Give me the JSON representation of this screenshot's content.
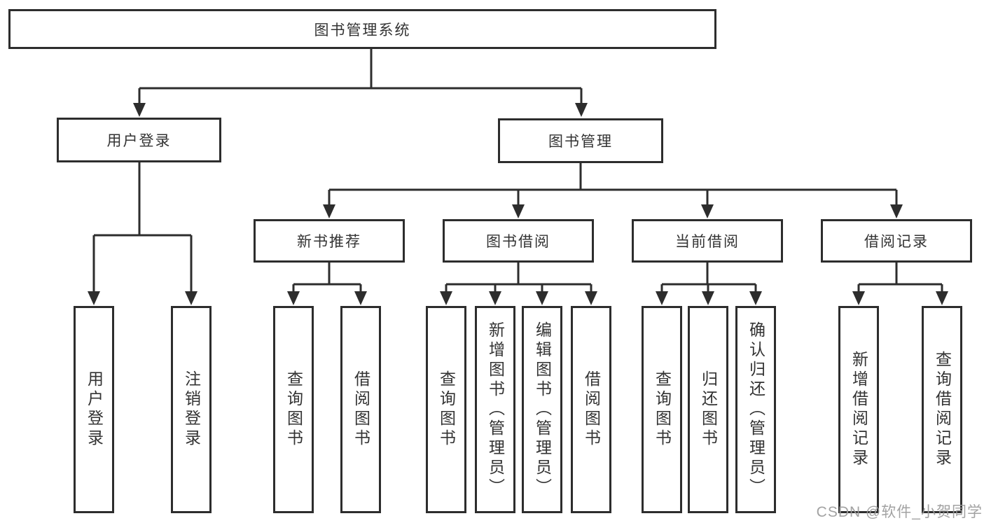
{
  "colors": {
    "background": "#ffffff",
    "line": "#2d2d2d",
    "box_border": "#2d2d2d",
    "text": "#333333",
    "watermark": "#9b9b9b"
  },
  "diagram": {
    "root": {
      "label": "图书管理系统"
    },
    "level2": [
      {
        "id": "user-login",
        "label": "用户登录",
        "parent": "图书管理系统"
      },
      {
        "id": "book-management",
        "label": "图书管理",
        "parent": "图书管理系统"
      }
    ],
    "level3": [
      {
        "id": "new-book-recommend",
        "label": "新书推荐",
        "parent": "图书管理"
      },
      {
        "id": "book-borrow",
        "label": "图书借阅",
        "parent": "图书管理"
      },
      {
        "id": "current-borrow",
        "label": "当前借阅",
        "parent": "图书管理"
      },
      {
        "id": "borrow-records",
        "label": "借阅记录",
        "parent": "图书管理"
      }
    ],
    "leaves": [
      {
        "id": "leaf-user-login",
        "label": "用户登录",
        "parent": "用户登录"
      },
      {
        "id": "leaf-logout",
        "label": "注销登录",
        "parent": "用户登录"
      },
      {
        "id": "leaf-nbr-query-book",
        "label": "查询图书",
        "parent": "新书推荐"
      },
      {
        "id": "leaf-nbr-borrow-book",
        "label": "借阅图书",
        "parent": "新书推荐"
      },
      {
        "id": "leaf-bb-query-book",
        "label": "查询图书",
        "parent": "图书借阅"
      },
      {
        "id": "leaf-bb-add-book",
        "label": "新增图书（管理员）",
        "parent": "图书借阅"
      },
      {
        "id": "leaf-bb-edit-book",
        "label": "编辑图书（管理员）",
        "parent": "图书借阅"
      },
      {
        "id": "leaf-bb-borrow-book",
        "label": "借阅图书",
        "parent": "图书借阅"
      },
      {
        "id": "leaf-cb-query-book",
        "label": "查询图书",
        "parent": "当前借阅"
      },
      {
        "id": "leaf-cb-return-book",
        "label": "归还图书",
        "parent": "当前借阅"
      },
      {
        "id": "leaf-cb-confirm-return",
        "label": "确认归还（管理员）",
        "parent": "当前借阅"
      },
      {
        "id": "leaf-br-add-record",
        "label": "新增借阅记录",
        "parent": "借阅记录"
      },
      {
        "id": "leaf-br-query-record",
        "label": "查询借阅记录",
        "parent": "借阅记录"
      }
    ]
  },
  "watermark": {
    "text": "CSDN @软件_小贺同学"
  }
}
